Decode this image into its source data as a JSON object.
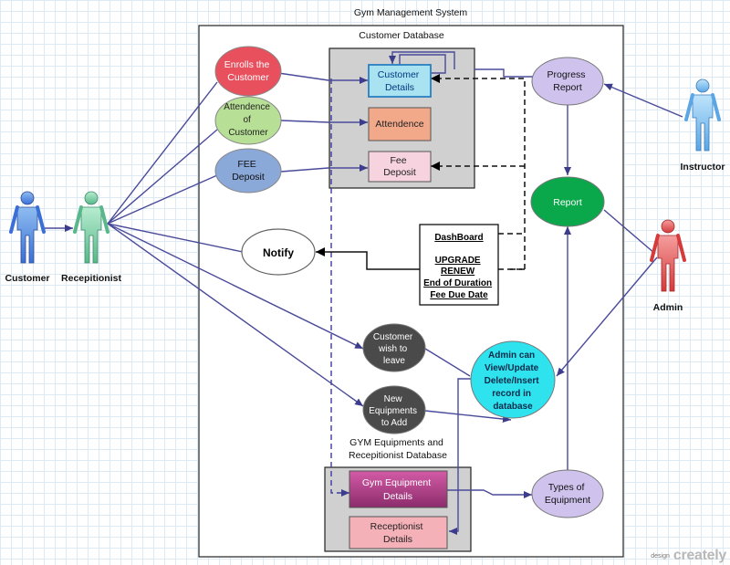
{
  "title": "Gym Management System",
  "groups": {
    "customer_db": "Customer Database",
    "gym_db_line1": "GYM Equipments and",
    "gym_db_line2": "Recepitionist Database"
  },
  "actors": {
    "customer": "Customer",
    "receptionist": "Recepitionist",
    "instructor": "Instructor",
    "admin": "Admin"
  },
  "usecases": {
    "enroll": [
      "Enrolls the",
      "Customer"
    ],
    "attendance": [
      "Attendence",
      "of",
      "Customer"
    ],
    "fee_deposit": [
      "FEE",
      "Deposit"
    ],
    "notify": [
      "Notify"
    ],
    "customer_leave": [
      "Customer",
      "wish to",
      "leave"
    ],
    "new_equipment": [
      "New",
      "Equipments",
      "to Add"
    ],
    "admin_crud": [
      "Admin can",
      "View/Update",
      "Delete/Insert",
      "record in",
      "database"
    ],
    "progress_report": [
      "Progress",
      "Report"
    ],
    "report": [
      "Report"
    ],
    "types_equipment": [
      "Types of",
      "Equipment"
    ]
  },
  "tables": {
    "customer_details": [
      "Customer",
      "Details"
    ],
    "attendance": [
      "Attendence"
    ],
    "fee_deposit": [
      "Fee",
      "Deposit"
    ],
    "gym_equipment": [
      "Gym Equipment",
      "Details"
    ],
    "receptionist": [
      "Receptionist",
      "Details"
    ]
  },
  "dashboard": {
    "title": "DashBoard",
    "items": [
      "UPGRADE",
      "RENEW",
      "End of Duration",
      "Fee Due Date"
    ]
  },
  "watermark": {
    "note": "design",
    "brand": "creately"
  },
  "colors": {
    "connector": "#4a4a9a",
    "enroll": "#e8505e",
    "attendance": "#b7df95",
    "fee_deposit": "#8aa8d8",
    "notify": "#ffffff",
    "leave_equipment": "#4a4a4a",
    "admin_crud": "#2fe3ee",
    "progress_types": "#cfc3ee",
    "report": "#0aa84a",
    "customer_details": "#a9e3f1",
    "attendance_table": "#f2a98a",
    "fee_table": "#f7d3e0",
    "gym_table": "#b0418a",
    "receptionist_table": "#f4b1b8"
  }
}
